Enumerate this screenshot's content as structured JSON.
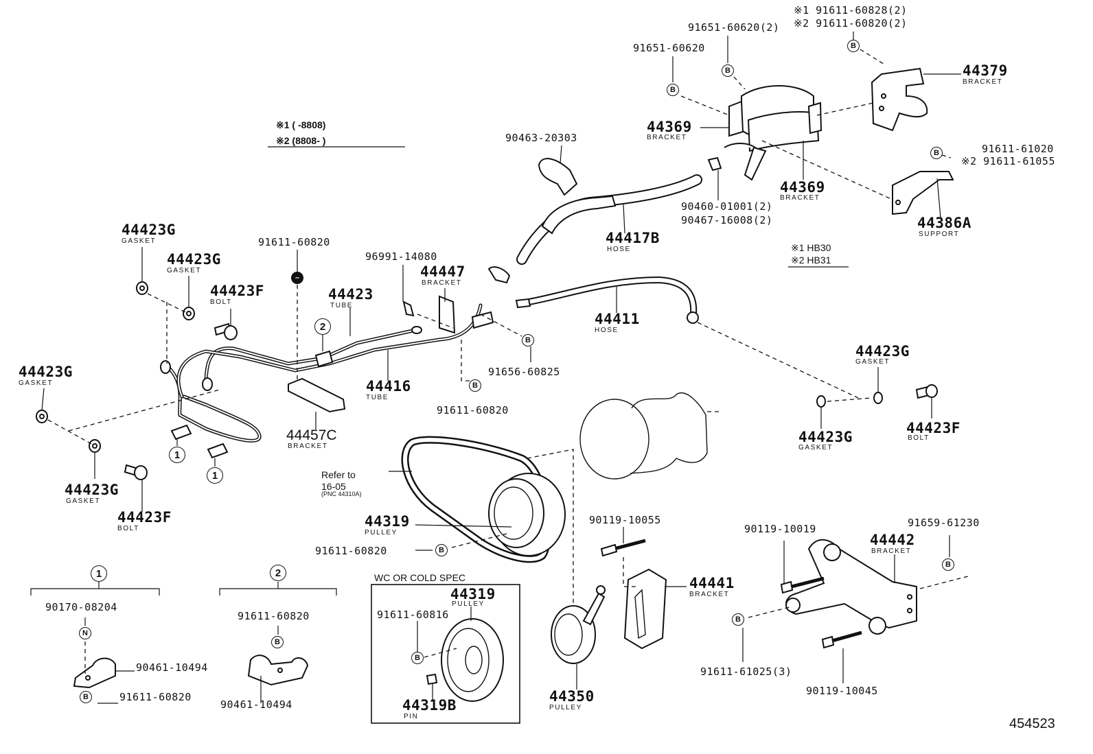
{
  "diagram": {
    "legend_top": {
      "row1": "※1  (      -8808)",
      "row2": "※2  (8808-       )"
    },
    "legend_right": {
      "row1": "※1 HB30",
      "row2": "※2 HB31"
    },
    "refer": {
      "line1": "Refer to",
      "line2": "16-05",
      "line3": "(PNC 44310A)"
    },
    "wc_box_title": "WC OR COLD SPEC",
    "figure_id": "454523",
    "badges": {
      "b": "B",
      "n": "N",
      "one": "1",
      "two": "2"
    },
    "parts": [
      {
        "id": "44423G",
        "name": "GASKET"
      },
      {
        "id": "44423F",
        "name": "BOLT"
      },
      {
        "id": "44423",
        "name": "TUBE"
      },
      {
        "id": "44416",
        "name": "TUBE"
      },
      {
        "id": "44447",
        "name": "BRACKET"
      },
      {
        "id": "44457C",
        "name": "BRACKET"
      },
      {
        "id": "44417B",
        "name": "HOSE"
      },
      {
        "id": "44411",
        "name": "HOSE"
      },
      {
        "id": "44369",
        "name": "BRACKET"
      },
      {
        "id": "44379",
        "name": "BRACKET"
      },
      {
        "id": "44386A",
        "name": "SUPPORT"
      },
      {
        "id": "44319",
        "name": "PULLEY"
      },
      {
        "id": "44319B",
        "name": "PIN"
      },
      {
        "id": "44350",
        "name": "PULLEY"
      },
      {
        "id": "44441",
        "name": "BRACKET"
      },
      {
        "id": "44442",
        "name": "BRACKET"
      }
    ],
    "numbers": {
      "n91611_60820": "91611-60820",
      "n96991_14080": "96991-14080",
      "n91656_60825": "91656-60825",
      "n90463_20303": "90463-20303",
      "n91651_60620": "91651-60620",
      "n91651_60620_2": "91651-60620(2)",
      "n91611_60828_2": "※1 91611-60828(2)",
      "n91611_60820_2": "※2 91611-60820(2)",
      "n90460_01001_2": "90460-01001(2)",
      "n90467_16008_2": "90467-16008(2)",
      "n91611_61020": "91611-61020",
      "n91611_61055": "※2 91611-61055",
      "n90119_10055": "90119-10055",
      "n90119_10019": "90119-10019",
      "n91659_61230": "91659-61230",
      "n91611_61025_3": "91611-61025(3)",
      "n90119_10045": "90119-10045",
      "n90170_08204": "90170-08204",
      "n90461_10494": "90461-10494",
      "n91611_60816": "91611-60816"
    }
  }
}
